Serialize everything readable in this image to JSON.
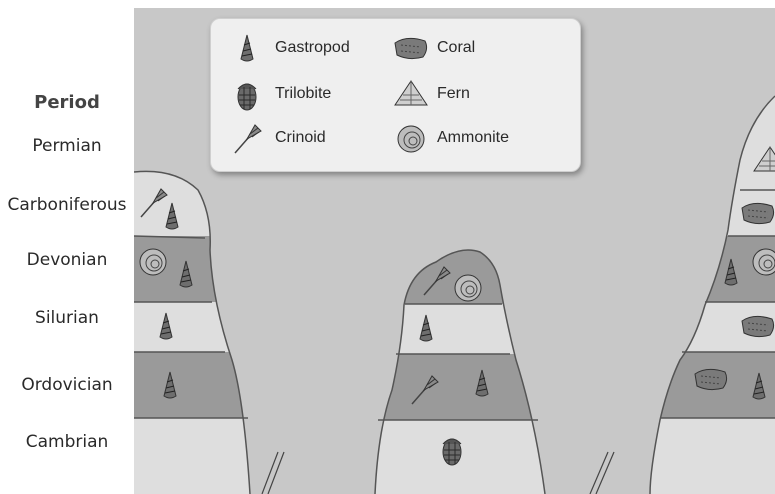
{
  "period_header": "Period",
  "periods": [
    "Permian",
    "Carboniferous",
    "Devonian",
    "Silurian",
    "Ordovician",
    "Cambrian"
  ],
  "legend": [
    {
      "label": "Gastropod",
      "icon": "gastropod-icon"
    },
    {
      "label": "Coral",
      "icon": "coral-icon"
    },
    {
      "label": "Trilobite",
      "icon": "trilobite-icon"
    },
    {
      "label": "Fern",
      "icon": "fern-icon"
    },
    {
      "label": "Crinoid",
      "icon": "crinoid-icon"
    },
    {
      "label": "Ammonite",
      "icon": "ammonite-icon"
    }
  ],
  "columns": [
    {
      "name": "left-outcrop",
      "fossils": [
        [
          "crinoid",
          "gastropod"
        ],
        [
          "ammonite",
          "gastropod"
        ],
        [
          "gastropod"
        ],
        [
          "gastropod"
        ]
      ]
    },
    {
      "name": "middle-outcrop",
      "fossils": [
        [
          "crinoid",
          "ammonite"
        ],
        [
          "gastropod"
        ],
        [
          "crinoid",
          "gastropod"
        ],
        [
          "trilobite"
        ]
      ]
    },
    {
      "name": "right-outcrop",
      "fossils": [
        [
          "fern"
        ],
        [
          "coral"
        ],
        [
          "gastropod",
          "ammonite"
        ],
        [
          "coral"
        ],
        [
          "coral",
          "gastropod"
        ]
      ]
    }
  ],
  "colors": {
    "background": "#c8c8c8",
    "layer_light": "#dedede",
    "layer_dark": "#9a9a9a",
    "outline": "#555555"
  }
}
